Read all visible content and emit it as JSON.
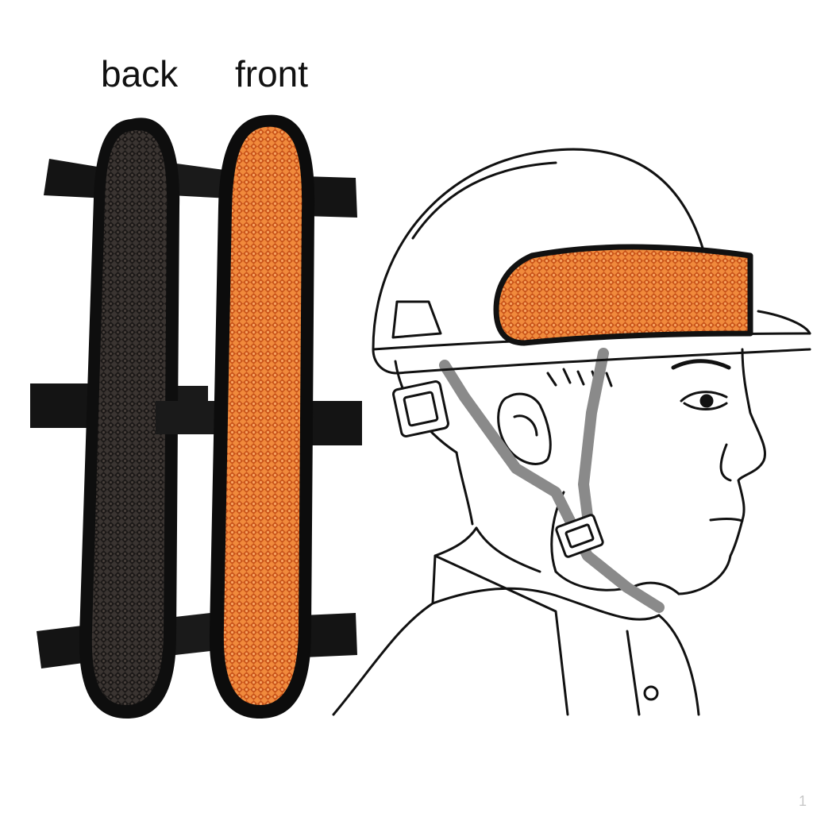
{
  "labels": {
    "back": "back",
    "front": "front"
  },
  "page_number": "1",
  "colors": {
    "background": "#ffffff",
    "mesh_orange": "#e7722a",
    "mesh_black": "#2a2624",
    "binding_black": "#111111",
    "strap_gray": "#9a9a9a",
    "line_art": "#111111"
  },
  "icons": {
    "back_pad": "pad-back-icon",
    "front_pad": "pad-front-icon",
    "wearer": "worker-with-hard-hat-icon"
  }
}
